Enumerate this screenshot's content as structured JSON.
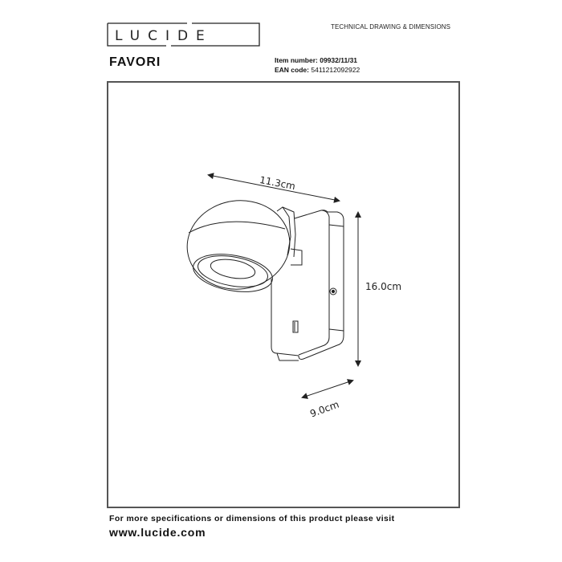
{
  "header": {
    "brand": "LUCIDE",
    "brand_letters": [
      "L",
      "U",
      "C",
      "I",
      "D",
      "E"
    ],
    "document_type": "TECHNICAL DRAWING & DIMENSIONS"
  },
  "product": {
    "name": "FAVORI",
    "item_number_label": "Item number:",
    "item_number": "09932/11/31",
    "ean_label": "EAN code:",
    "ean": "5411212092922"
  },
  "drawing": {
    "dimensions": {
      "width": "11.3cm",
      "height": "16.0cm",
      "depth": "9.0cm"
    },
    "line_color": "#222222",
    "frame_color": "#555555"
  },
  "footer": {
    "line1": "For more specifications or dimensions of this product please visit",
    "website": "www.lucide.com"
  }
}
